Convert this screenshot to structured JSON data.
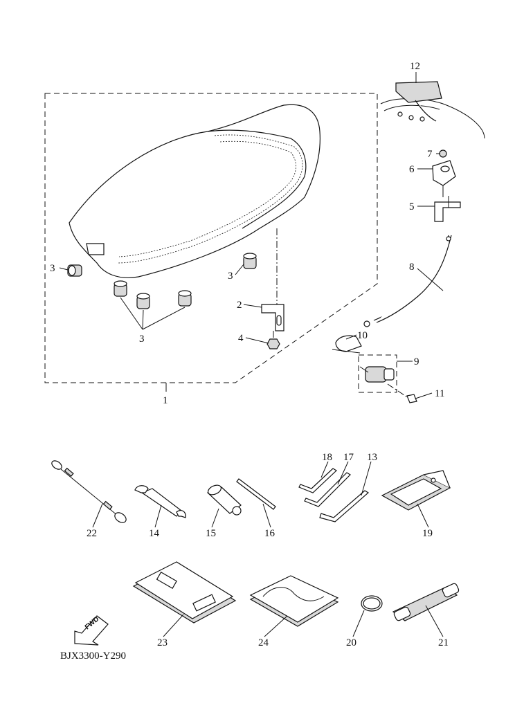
{
  "diagram": {
    "drawing_code": "BJX3300-Y290",
    "fwd_label": "FWD",
    "callouts": [
      "1",
      "2",
      "3",
      "4",
      "5",
      "6",
      "7",
      "8",
      "9",
      "10",
      "11",
      "12",
      "13",
      "14",
      "15",
      "16",
      "17",
      "18",
      "19",
      "20",
      "21",
      "22",
      "23",
      "24"
    ]
  }
}
